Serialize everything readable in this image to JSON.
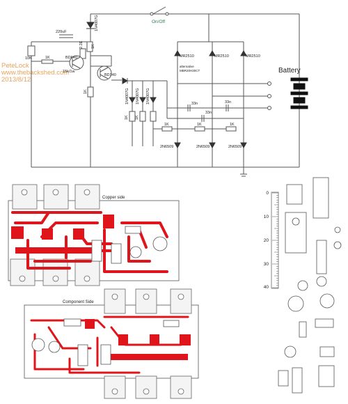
{
  "watermark": {
    "author": "PeteLock",
    "site": "www.thebackshed.com",
    "date": "2013/8/12"
  },
  "schematic": {
    "switch_label": "On/Off",
    "battery_label": "Battery",
    "diode_top": "1N4007G",
    "cap_220": "220uF",
    "res_2e2": "2.2E",
    "res_1k_left": "1K",
    "res_10k": "10K",
    "res_15k": "15k/1w",
    "transistor_bd640": "BD640",
    "transistor_bd140": "BD140",
    "res_1k_mid": "1K",
    "res_1k_side": "1K",
    "zener_1": "MR2510",
    "zener_1_alt": "alternative",
    "zener_1_alt2": "MBR20H30CT",
    "zener_2": "MR2510",
    "zener_3": "MR2510",
    "diodes_mid": [
      "1N4007G",
      "1N4007G",
      "1N4007G"
    ],
    "res_1k_lower": [
      "1K",
      "1K",
      "1K",
      "1K",
      "1K"
    ],
    "caps": [
      "33n",
      "33n",
      "33n"
    ],
    "thyristors": [
      "2N6509",
      "2N6509",
      "2N6509"
    ]
  },
  "pcb": {
    "copper_label": "Copper side",
    "component_label": "Component Side"
  },
  "ruler": {
    "ticks": [
      "0",
      "10",
      "20",
      "30",
      "40"
    ]
  }
}
